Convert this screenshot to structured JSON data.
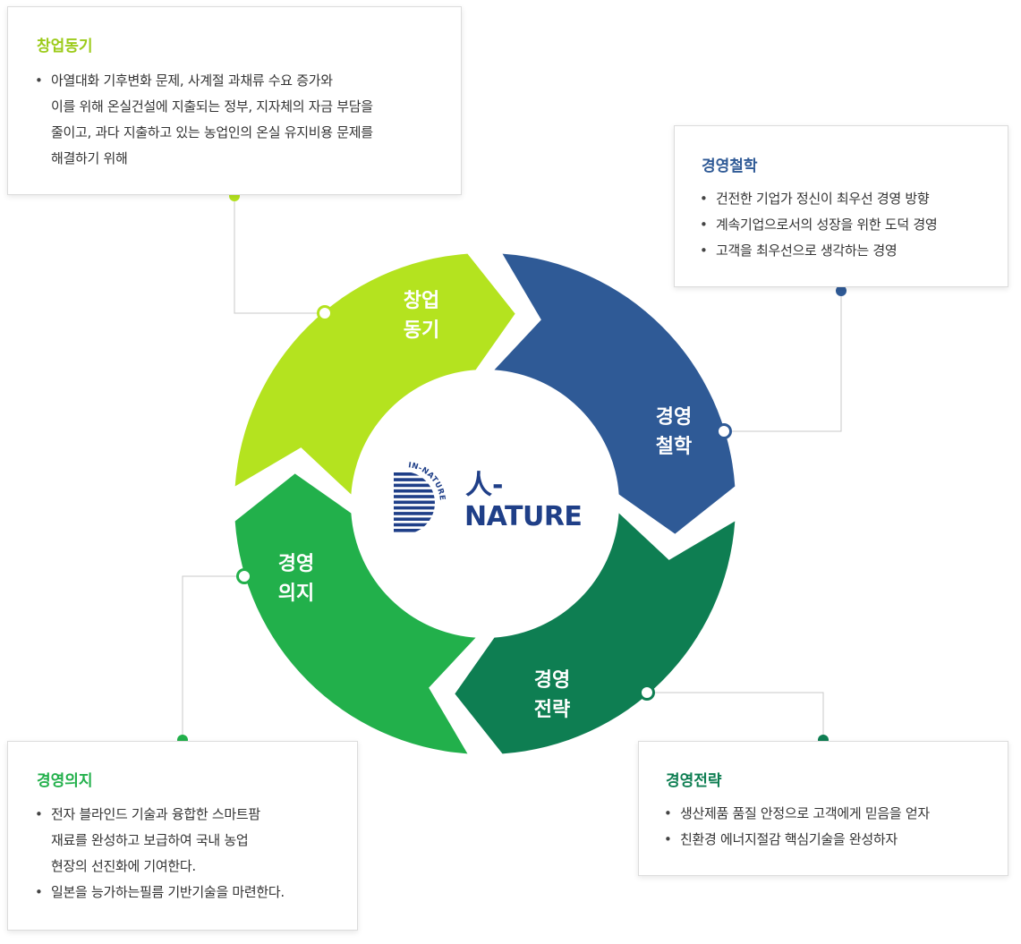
{
  "colors": {
    "lime": "#b4e31f",
    "navy": "#2f5a96",
    "teal": "#0e7e52",
    "green": "#22b04b",
    "logo_blue": "#1f3f88"
  },
  "logo": {
    "emblem_text": "IN-NATURE",
    "line1": "人-",
    "line2": "NATURE"
  },
  "segments": {
    "motive": {
      "line1": "창업",
      "line2": "동기"
    },
    "philosophy": {
      "line1": "경영",
      "line2": "철학"
    },
    "strategy": {
      "line1": "경영",
      "line2": "전략"
    },
    "will": {
      "line1": "경영",
      "line2": "의지"
    }
  },
  "cards": {
    "motive": {
      "title": "창업동기",
      "items": [
        [
          "아열대화 기후변화 문제, 사계절 과채류 수요 증가와",
          "이를 위해 온실건설에 지출되는 정부, 지자체의 자금 부담을",
          "줄이고, 과다 지출하고 있는 농업인의 온실 유지비용 문제를",
          "해결하기 위해"
        ]
      ]
    },
    "philosophy": {
      "title": "경영철학",
      "items": [
        [
          "건전한 기업가 정신이 최우선 경영 방향"
        ],
        [
          "계속기업으로서의 성장을 위한 도덕 경영"
        ],
        [
          "고객을 최우선으로 생각하는 경영"
        ]
      ]
    },
    "strategy": {
      "title": "경영전략",
      "items": [
        [
          "생산제품 품질 안정으로 고객에게 믿음을 얻자"
        ],
        [
          "친환경 에너지절감 핵심기술을 완성하자"
        ]
      ]
    },
    "will": {
      "title": "경영의지",
      "items": [
        [
          "전자 블라인드 기술과 융합한 스마트팜",
          "재료를 완성하고 보급하여 국내 농업",
          "현장의 선진화에 기여한다."
        ],
        [
          "일본을 능가하는필름 기반기술을 마련한다."
        ]
      ]
    }
  }
}
